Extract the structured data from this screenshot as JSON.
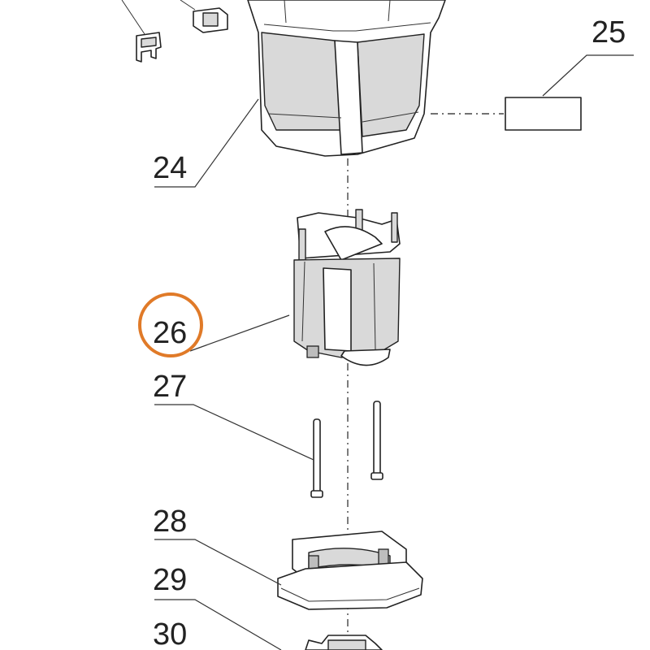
{
  "callouts": {
    "c24": "24",
    "c25": "25",
    "c26": "26",
    "c27": "27",
    "c28": "28",
    "c29": "29",
    "c30": "30"
  },
  "highlight": {
    "target": "26",
    "color": "#e07a28"
  }
}
